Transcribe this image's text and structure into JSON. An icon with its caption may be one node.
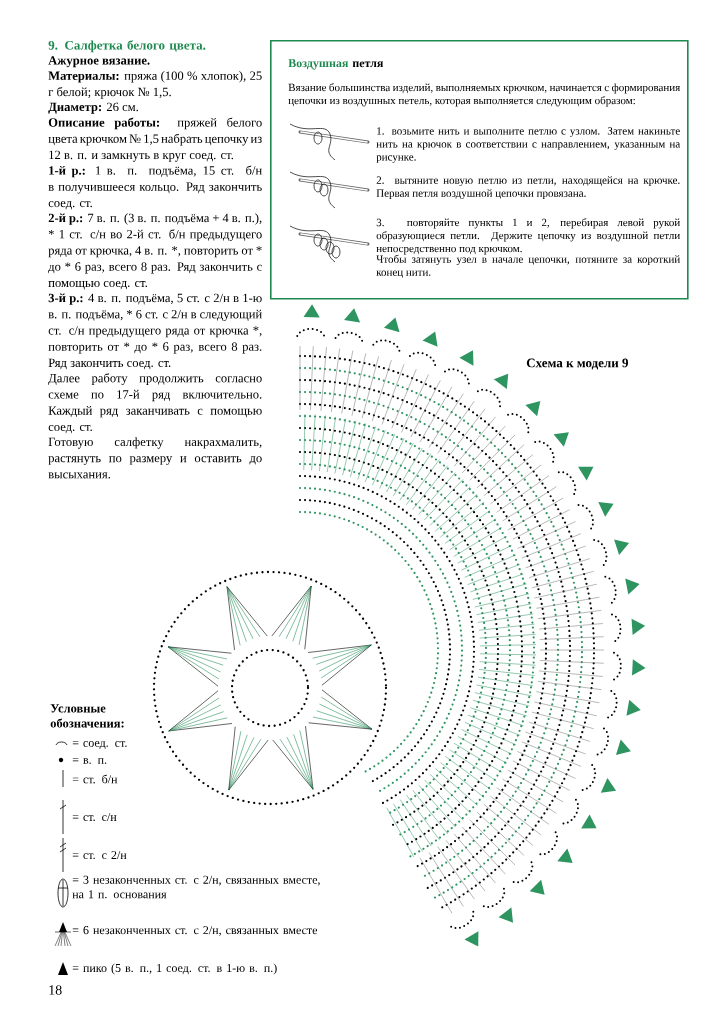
{
  "diagram": {
    "title": "9. Салфетка белого цвета.",
    "nodes": [
      {
        "text": [
          "Воздушная",
          "петля",
          "Вязание большинства изделий, выполняемых крючком, начинается с формирования цепочки из воздушных петель, которая выполняется следующим образом:",
          "1. возьмите нить и выполните петлю с узлом. Затем накиньте нить на крючок в соответствии с направлением, указанным на рисунке.",
          "2. вытяните новую петлю из петли, находящейся на крючке. Первая петля воздушной цепочки провязана.",
          "3. повторяйте пункты 1 и 2, перебирая левой рукой образующиеся петли. Держите цепочку из воздушной петли непосредственно под крючком.",
          "Чтобы затянуть узел в начале цепочки, потяните за короткий конец нити."
        ]
      }
    ],
    "labels": [
      "Ажурное вязание.",
      "**Материалы:** пряжа (100 % хлопок), 25 г белой; крючок № 1,5.",
      "**Диаметр:** 26 см.",
      "**Описание работы:** пряжей белого цвета крючком № 1,5 набрать цепочку из 12 в. п. и замкнуть в круг соед. ст.",
      "**1-й р.:** 1 в. п. подъёма, 15 ст. б/н в получившееся кольцо. Ряд закончить соед. ст.",
      "**2-й р.:** 7 в. п. (3 в. п. подъёма + 4 в. п.), * 1 ст. с/н во 2-й ст. б/н предыдущего ряда от крючка, 4 в. п. *, повторить от * до * 6 раз, всего 8 раз. Ряд закончить с помощью соед. ст.",
      "**3-й р.:** 4 в. п. подъёма, 5 ст. с 2/н в 1-ю в. п. подъёма, * 6 ст. с 2/н в следующий ст. с/н предыдущего ряда от крючка *, повторить от * до * 6 раз, всего 8 раз. Ряд закончить соед. ст.",
      "Далее работу продолжить согласно схеме по 17-й ряд включительно. Каждый ряд заканчивать с помощью соед. ст.",
      "Готовую салфетку накрахмалить, растянуть по размеру и оставить до высыхания.",
      "Схема к модели 9",
      "Условные обозначения:",
      "18"
    ],
    "legend": [
      {
        "text": "= соед. ст."
      },
      {
        "text": "= в. п."
      },
      {
        "text": "= ст. б/н"
      },
      {
        "text": "= ст. с/н"
      },
      {
        "text": "= ст. с 2/н"
      },
      {
        "text": "= 3 незаконченных ст. с 2/н, связанных вместе, на 1 п. основания"
      },
      {
        "text": "= 6 незаконченных ст. с 2/н, связанных вместе"
      },
      {
        "text": "= пико (5 в. п., 1 соед. ст. в 1-ю в. п.)"
      }
    ]
  }
}
